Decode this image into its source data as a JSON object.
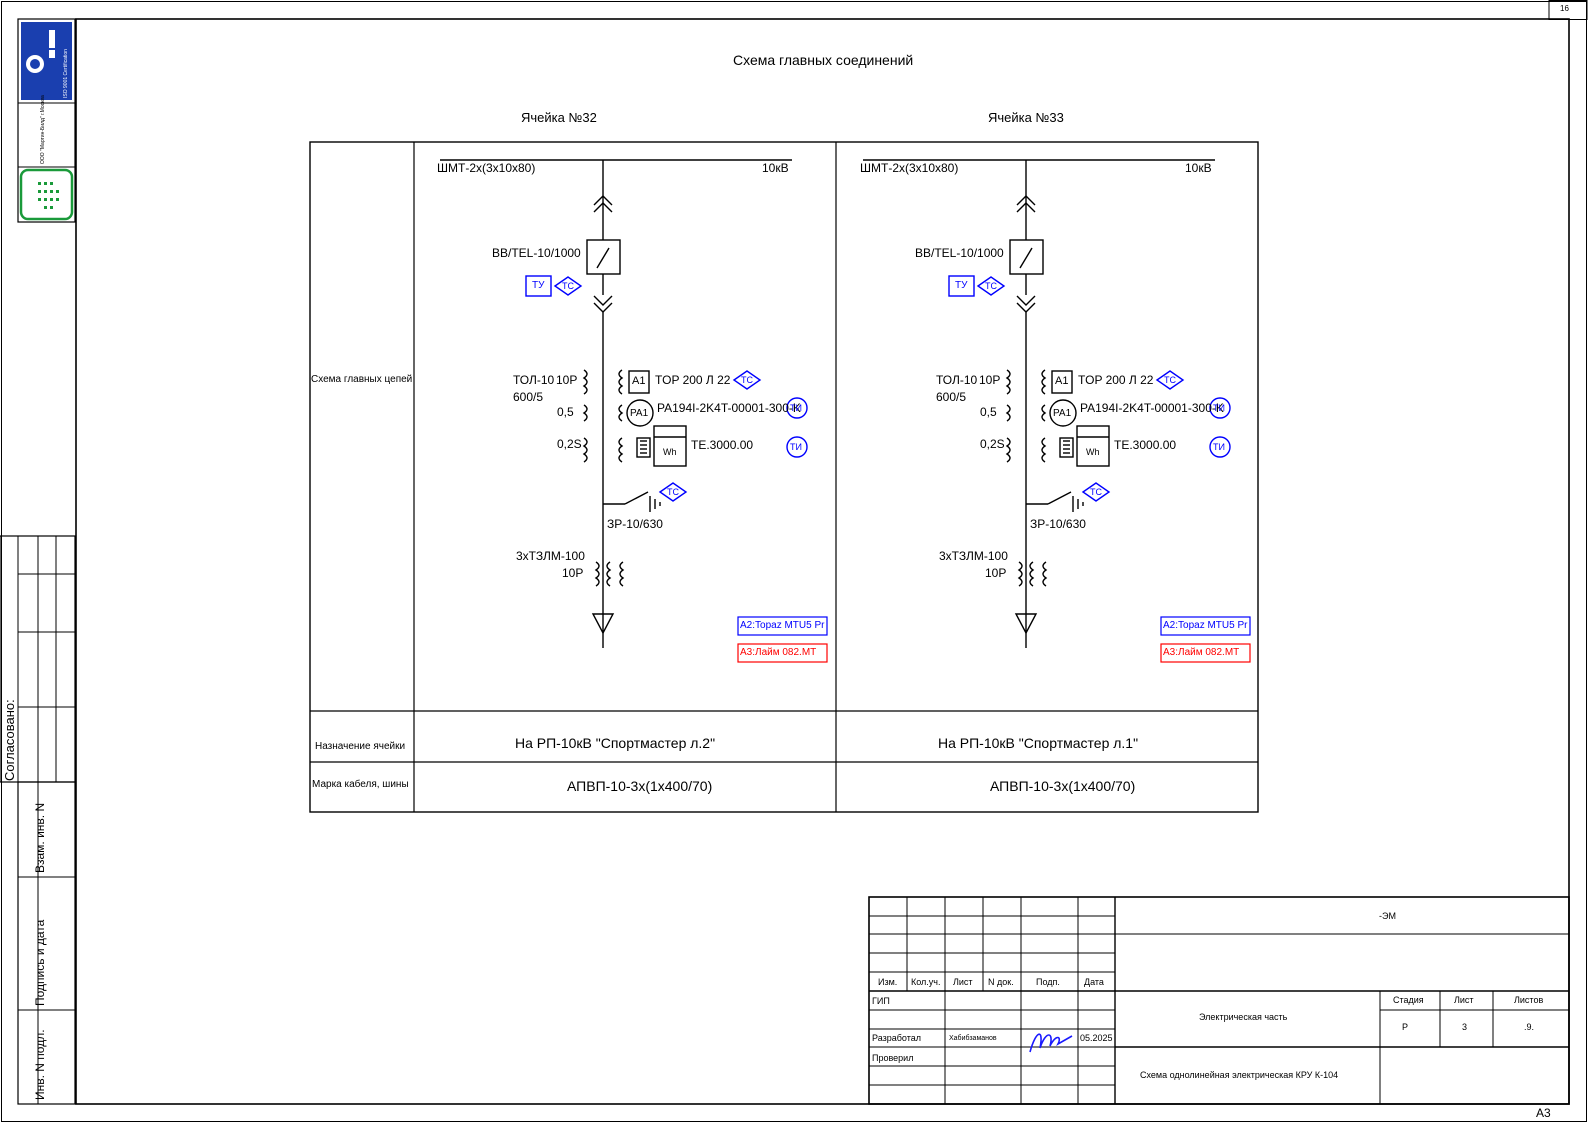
{
  "page": {
    "title": "Схема главных соединений",
    "sheet_tag": "16",
    "format": "A3"
  },
  "left_strip": {
    "company": "ООО \"Мартин-Билд\" г.Москва",
    "cert_text": "ISO 9001 Certification",
    "agreed": "Согласовано:",
    "inv_vzam": "Взам. инв. N",
    "sign_date": "Подпись и дата",
    "inv_podl": "Инв. N подл."
  },
  "table": {
    "row_labels": {
      "scheme": "Схема главных цепей",
      "purpose": "Назначение ячейки",
      "cable": "Марка кабеля, шины"
    }
  },
  "cells": [
    {
      "title": "Ячейка №32",
      "busbar": "ШМТ-2х(3х10х80)",
      "voltage": "10кВ",
      "breaker": "ВВ/TEL-10/1000",
      "tu": "ТУ",
      "tc": "ТС",
      "ti": "ТИ",
      "ct_type": "ТОЛ-10",
      "ct_ratio": "600/5",
      "class_10p": "10Р",
      "class_05": "0,5",
      "class_02s": "0,2S",
      "relay_box": "A1",
      "relay": "TOP 200 Л 22",
      "ammeter": "PA1",
      "meter_model": "PA194I-2K4T-00001-300-K",
      "wh": "Wh",
      "counter": "TE.3000.00",
      "earth_switch": "ЗР-10/630",
      "zct": "3хТЗЛМ-100",
      "zct_class": "10Р",
      "a2": "A2:Topaz MTU5 Pr",
      "a3": "A3:Лайм 082.МТ",
      "purpose": "На РП-10кВ \"Спортмастер л.2\"",
      "cable": "АПВП-10-3х(1х400/70)"
    },
    {
      "title": "Ячейка №33",
      "busbar": "ШМТ-2х(3х10х80)",
      "voltage": "10кВ",
      "breaker": "ВВ/TEL-10/1000",
      "tu": "ТУ",
      "tc": "ТС",
      "ti": "ТИ",
      "ct_type": "ТОЛ-10",
      "ct_ratio": "600/5",
      "class_10p": "10Р",
      "class_05": "0,5",
      "class_02s": "0,2S",
      "relay_box": "A1",
      "relay": "TOP 200 Л 22",
      "ammeter": "PA1",
      "meter_model": "PA194I-2K4T-00001-300-K",
      "wh": "Wh",
      "counter": "TE.3000.00",
      "earth_switch": "ЗР-10/630",
      "zct": "3хТЗЛМ-100",
      "zct_class": "10Р",
      "a2": "A2:Topaz MTU5 Pr",
      "a3": "A3:Лайм 082.МТ",
      "purpose": "На РП-10кВ \"Спортмастер л.1\"",
      "cable": "АПВП-10-3х(1х400/70)"
    }
  ],
  "stamp": {
    "code": "-ЭМ",
    "headers": [
      "Изм.",
      "Кол.уч.",
      "Лист",
      "N док.",
      "Подп.",
      "Дата"
    ],
    "gip": "ГИП",
    "developed": "Разработал",
    "developer_name": "Хабибзаманов",
    "date": "05.2025",
    "checked": "Проверил",
    "part": "Электрическая часть",
    "drawing": "Схема однолинейная электрическая КРУ К-104",
    "stage_label": "Стадия",
    "sheet_label": "Лист",
    "sheets_label": "Листов",
    "stage": "Р",
    "sheet": "3",
    "sheets": ".9."
  },
  "colors": {
    "line": "#000000",
    "blue": "#0000ff",
    "red": "#ff0000",
    "green": "#1a9a3a"
  }
}
